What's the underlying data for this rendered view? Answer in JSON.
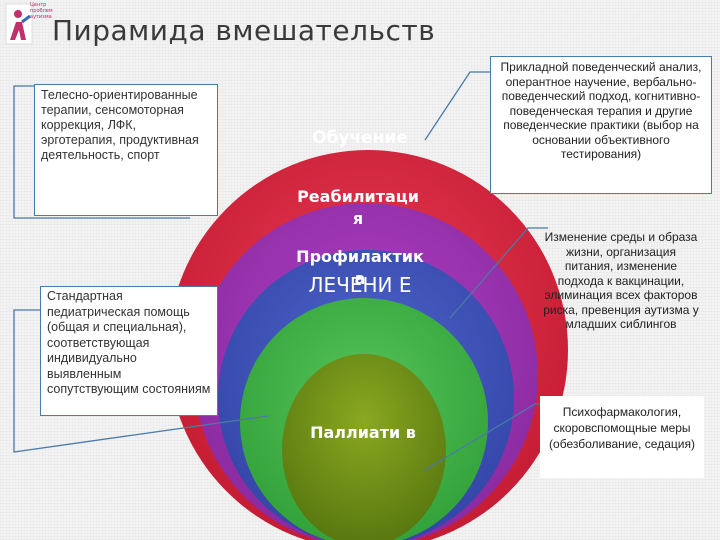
{
  "logo": {
    "text_lines": [
      "Центр",
      "проблем",
      "аутизма"
    ],
    "icon": "person-logo-icon"
  },
  "title": "Пирамида вмешательств",
  "left_boxes": [
    {
      "text": "Телесно-ориентированные терапии, сенсомоторная коррекция, ЛФК, эрготерапия, продуктивная деятельность, спорт"
    },
    {
      "text": "Стандартная педиатрическая помощь (общая и специальная), соответствующая индивидуально выявленным сопутствующим состояниям"
    }
  ],
  "levels": {
    "obuchenie": "Обучение",
    "reabilitacia": "Реабилитаци я",
    "profilaktika": "Профилактик а",
    "lechenie": "ЛЕЧЕНИ Е",
    "palliativ": "Паллиати в"
  },
  "right_boxes": [
    {
      "text": "Прикладной поведенческий анализ, оперантное научение, вербально-поведенческий подход, когнитивно-поведенческая терапия и другие поведенческие практики (выбор на основании объективного тестирования)"
    },
    {
      "text": "Изменение среды и образа жизни, организация питания, изменение подхода к вакцинации, элиминация всех факторов риска, превенция аутизма у младших сиблингов"
    },
    {
      "text": "Психофармакология, скоровспомощные меры (обезболивание, седация)"
    }
  ],
  "colors": {
    "red": "#d9243c",
    "purple": "#9b2fae",
    "blue": "#3f55b8",
    "green": "#42b447",
    "olive": "#6b8a12",
    "connector": "#4a7aa8"
  }
}
